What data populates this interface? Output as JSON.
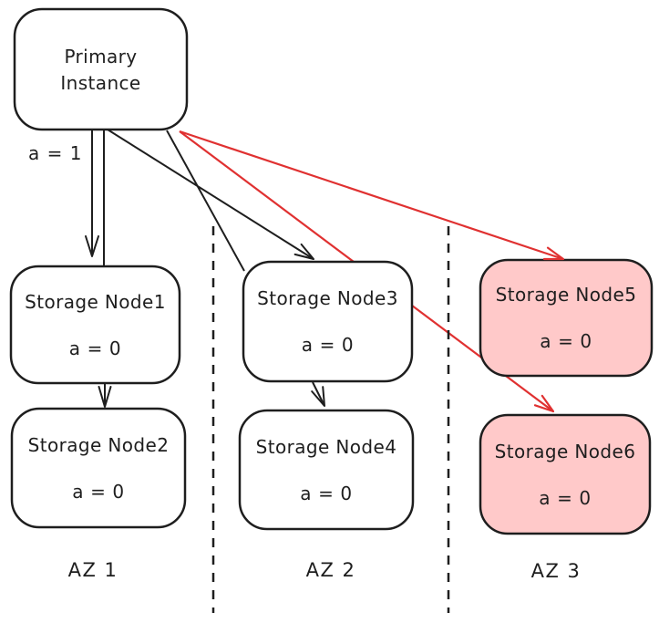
{
  "colors": {
    "ink": "#1e1e1e",
    "red": "#e03131",
    "pink_fill": "#ffc9c9",
    "white_fill": "#ffffff"
  },
  "primary": {
    "label_line1": "Primary",
    "label_line2": "Instance",
    "write_annotation": "a = 1"
  },
  "nodes": [
    {
      "label": "Storage Node1",
      "value": "a = 0",
      "zone": "AZ 1",
      "highlighted": false
    },
    {
      "label": "Storage Node2",
      "value": "a = 0",
      "zone": "AZ 1",
      "highlighted": false
    },
    {
      "label": "Storage Node3",
      "value": "a = 0",
      "zone": "AZ 2",
      "highlighted": false
    },
    {
      "label": "Storage Node4",
      "value": "a = 0",
      "zone": "AZ 2",
      "highlighted": false
    },
    {
      "label": "Storage Node5",
      "value": "a = 0",
      "zone": "AZ 3",
      "highlighted": true
    },
    {
      "label": "Storage Node6",
      "value": "a = 0",
      "zone": "AZ 3",
      "highlighted": true
    }
  ],
  "zones": [
    {
      "label": "AZ 1"
    },
    {
      "label": "AZ 2"
    },
    {
      "label": "AZ 3"
    }
  ],
  "edges": [
    {
      "from": "primary-instance",
      "to": "storage-node1",
      "color": "black",
      "arrowhead": true
    },
    {
      "from": "primary-instance",
      "to": "storage-node1",
      "color": "black",
      "arrowhead": false
    },
    {
      "from": "primary-instance",
      "to": "storage-node3",
      "color": "black",
      "arrowhead": true
    },
    {
      "from": "primary-instance",
      "to": "storage-node3",
      "color": "black",
      "arrowhead": false
    },
    {
      "from": "primary-instance",
      "to": "storage-node5",
      "color": "red",
      "arrowhead": true
    },
    {
      "from": "primary-instance",
      "to": "storage-node6",
      "color": "red",
      "arrowhead": true
    },
    {
      "from": "storage-node1",
      "to": "storage-node2",
      "color": "black",
      "arrowhead": true
    },
    {
      "from": "storage-node3",
      "to": "storage-node4",
      "color": "black",
      "arrowhead": true
    }
  ]
}
